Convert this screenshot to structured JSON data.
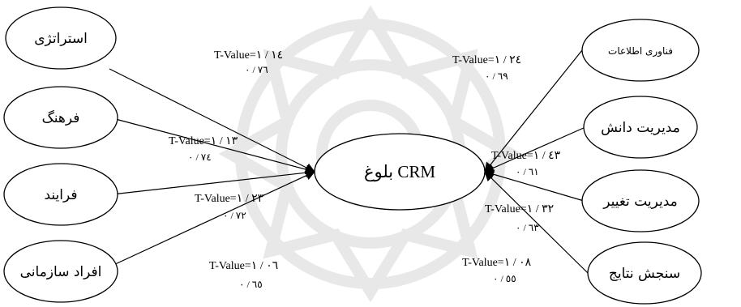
{
  "center": {
    "label": "بلوغ CRM"
  },
  "left_nodes": [
    {
      "label": "استراتژی",
      "t_value": "T-Value=۱ / ۱٤",
      "coef": "۰ / ۷٦"
    },
    {
      "label": "فرهنگ",
      "t_value": "T-Value=۱ / ۱۳",
      "coef": "۰ / ۷٤"
    },
    {
      "label": "فرایند",
      "t_value": "T-Value=۱ / ۲۳",
      "coef": "۰ / ۷۲"
    },
    {
      "label": "افراد سازمانی",
      "t_value": "T-Value=۱ / ۰٦",
      "coef": "۰ / ٦٥"
    }
  ],
  "right_nodes": [
    {
      "label": "فناوری اطلاعات",
      "t_value": "T-Value=۱ / ۲٤",
      "coef": "۰ / ٦۹"
    },
    {
      "label": "مدیریت دانش",
      "t_value": "T-Value=۱ / ٤۳",
      "coef": "۰ / ٦۱"
    },
    {
      "label": "مدیریت تغییر",
      "t_value": "T-Value=۱ / ۳۲",
      "coef": "۰ / ٦۳"
    },
    {
      "label": "سنجش نتایج",
      "t_value": "T-Value=۱ / ۰۸",
      "coef": "۰ / ٥٥"
    }
  ]
}
